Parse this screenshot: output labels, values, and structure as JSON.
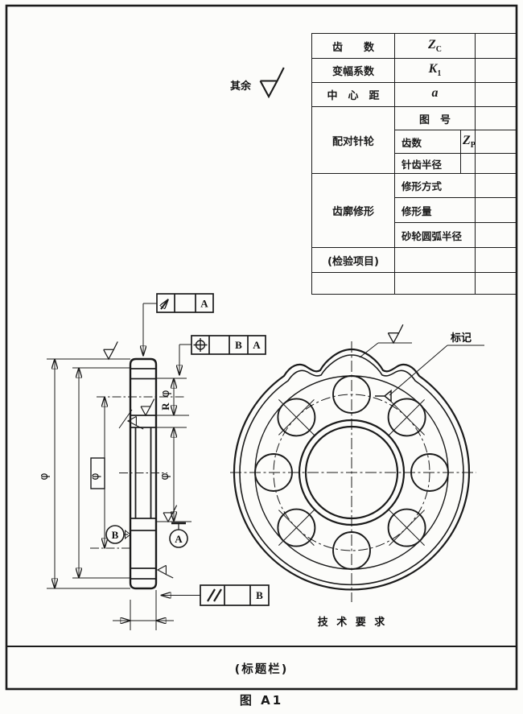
{
  "sheet": {
    "title_block_label": "(标题栏)",
    "caption": "图  A1",
    "tech_requirements": "技 术 要 求",
    "surface_note": "其余",
    "mark_label": "标记"
  },
  "param_table": {
    "rows_simple": [
      {
        "label": "齿　　数",
        "sym": "Z",
        "sub": "C"
      },
      {
        "label": "变幅系数",
        "sym": "K",
        "sub": "1"
      },
      {
        "label": "中　心　距",
        "sym": "a",
        "sub": ""
      }
    ],
    "pair_group": {
      "label": "配对针轮",
      "drawing_no": "图　号",
      "teeth_label": "齿数",
      "teeth_sym": "Z",
      "teeth_sub": "P",
      "pin_radius": "针齿半径"
    },
    "profile_group": {
      "label": "齿廓修形",
      "mod_method": "修形方式",
      "mod_amount": "修形量",
      "wheel_radius": "砂轮圆弧半径"
    },
    "check_label": "(检验项目)"
  },
  "annotations": {
    "dim_outer": "φ",
    "dim_bolt_boxed": "φ",
    "dim_bore": "φ",
    "dim_hole_phi": "φ",
    "dim_hole_r": "R",
    "datum_a": "A",
    "datum_b": "B",
    "runout_datum": "A",
    "position_datum_1": "B",
    "position_datum_2": "A",
    "parallel_datum": "B"
  },
  "symbols": {
    "roughness": "basic surface roughness check",
    "position": "true position ⌖",
    "circular_runout": "runout arrow",
    "parallelism": "//",
    "center_mark": "filled diamond mark"
  }
}
